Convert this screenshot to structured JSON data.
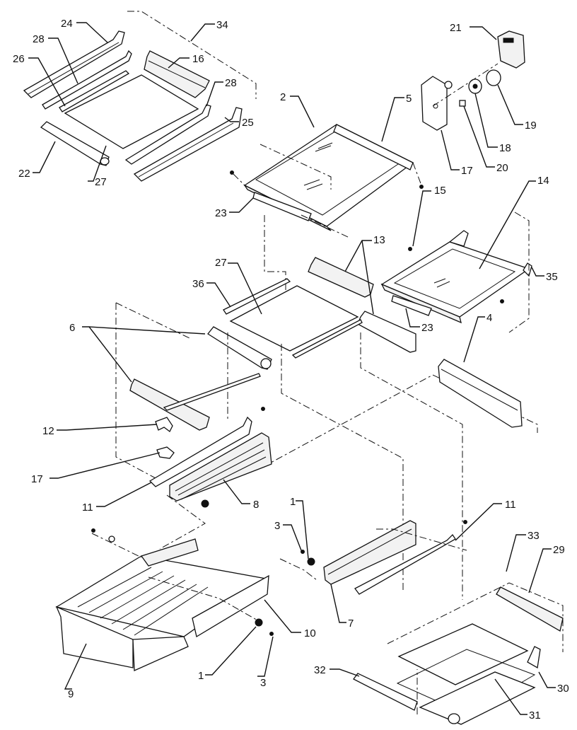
{
  "diagram": {
    "callouts": [
      {
        "id": "c24",
        "label": "24"
      },
      {
        "id": "c28a",
        "label": "28"
      },
      {
        "id": "c26",
        "label": "26"
      },
      {
        "id": "c16",
        "label": "16"
      },
      {
        "id": "c34",
        "label": "34"
      },
      {
        "id": "c28b",
        "label": "28"
      },
      {
        "id": "c25",
        "label": "25"
      },
      {
        "id": "c22",
        "label": "22"
      },
      {
        "id": "c27a",
        "label": "27"
      },
      {
        "id": "c2",
        "label": "2"
      },
      {
        "id": "c5",
        "label": "5"
      },
      {
        "id": "c21",
        "label": "21"
      },
      {
        "id": "c19",
        "label": "19"
      },
      {
        "id": "c18",
        "label": "18"
      },
      {
        "id": "c17a",
        "label": "17"
      },
      {
        "id": "c20",
        "label": "20"
      },
      {
        "id": "c15",
        "label": "15"
      },
      {
        "id": "c14",
        "label": "14"
      },
      {
        "id": "c23a",
        "label": "23"
      },
      {
        "id": "c13",
        "label": "13"
      },
      {
        "id": "c35",
        "label": "35"
      },
      {
        "id": "c27b",
        "label": "27"
      },
      {
        "id": "c36",
        "label": "36"
      },
      {
        "id": "c23b",
        "label": "23"
      },
      {
        "id": "c6",
        "label": "6"
      },
      {
        "id": "c4",
        "label": "4"
      },
      {
        "id": "c12",
        "label": "12"
      },
      {
        "id": "c17b",
        "label": "17"
      },
      {
        "id": "c11a",
        "label": "11"
      },
      {
        "id": "c8",
        "label": "8"
      },
      {
        "id": "c1a",
        "label": "1"
      },
      {
        "id": "c11b",
        "label": "11"
      },
      {
        "id": "c3a",
        "label": "3"
      },
      {
        "id": "c33",
        "label": "33"
      },
      {
        "id": "c29",
        "label": "29"
      },
      {
        "id": "c10",
        "label": "10"
      },
      {
        "id": "c7",
        "label": "7"
      },
      {
        "id": "c9",
        "label": "9"
      },
      {
        "id": "c1b",
        "label": "1"
      },
      {
        "id": "c3b",
        "label": "3"
      },
      {
        "id": "c32",
        "label": "32"
      },
      {
        "id": "c30",
        "label": "30"
      },
      {
        "id": "c31",
        "label": "31"
      }
    ]
  }
}
